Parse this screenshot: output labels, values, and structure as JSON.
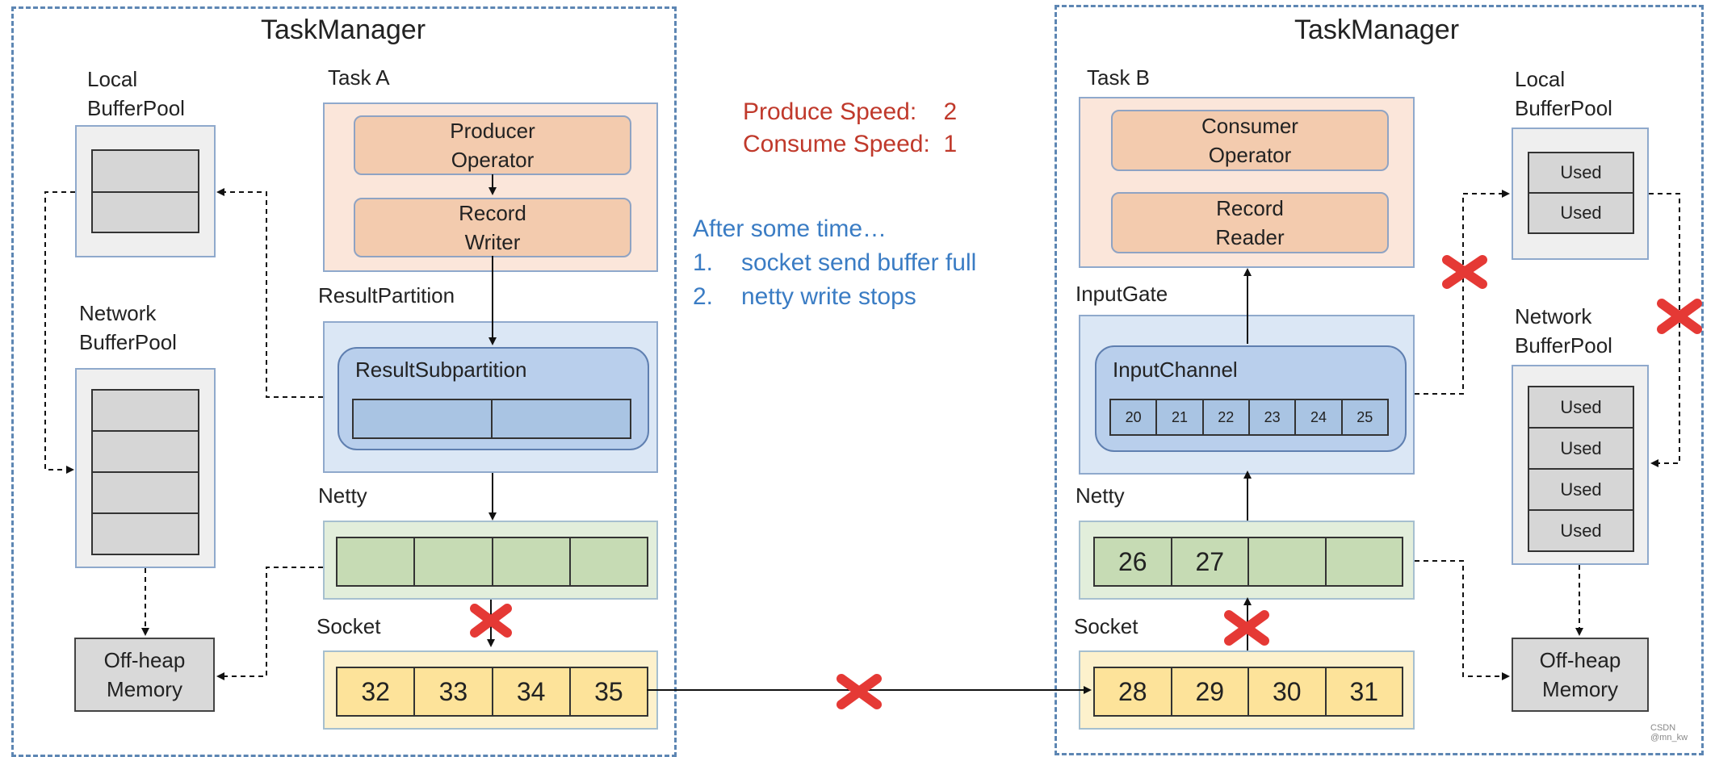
{
  "left": {
    "title": "TaskManager",
    "task_label": "Task A",
    "producer_operator": "Producer Operator",
    "record_writer": "Record Writer",
    "result_partition_label": "ResultPartition",
    "result_subpartition_label": "ResultSubpartition",
    "netty_label": "Netty",
    "socket_label": "Socket",
    "socket_cells": [
      "32",
      "33",
      "34",
      "35"
    ],
    "local_bufferpool_label": "Local BufferPool",
    "network_bufferpool_label": "Network BufferPool",
    "offheap_label": "Off-heap Memory"
  },
  "right": {
    "title": "TaskManager",
    "task_label": "Task B",
    "consumer_operator": "Consumer Operator",
    "record_reader": "Record Reader",
    "input_gate_label": "InputGate",
    "input_channel_label": "InputChannel",
    "input_channel_cells": [
      "20",
      "21",
      "22",
      "23",
      "24",
      "25"
    ],
    "netty_label": "Netty",
    "netty_cells": [
      "26",
      "27",
      "",
      ""
    ],
    "socket_label": "Socket",
    "socket_cells": [
      "28",
      "29",
      "30",
      "31"
    ],
    "local_bufferpool_label": "Local BufferPool",
    "local_used": [
      "Used",
      "Used"
    ],
    "network_bufferpool_label": "Network BufferPool",
    "network_used": [
      "Used",
      "Used",
      "Used",
      "Used"
    ],
    "offheap_label": "Off-heap Memory"
  },
  "speeds": {
    "produce": "Produce Speed:    2",
    "consume": "Consume Speed:  1"
  },
  "notes": {
    "heading": "After some time…",
    "items": [
      {
        "num": "1.",
        "text": "socket send buffer full"
      },
      {
        "num": "2.",
        "text": "netty write stops"
      }
    ]
  },
  "watermark": "CSDN @mn_kw",
  "colors": {
    "frame": "#5d86b3",
    "blocked": "#e53935",
    "speed_text": "#c0392b",
    "note_text": "#3a7cc4"
  }
}
